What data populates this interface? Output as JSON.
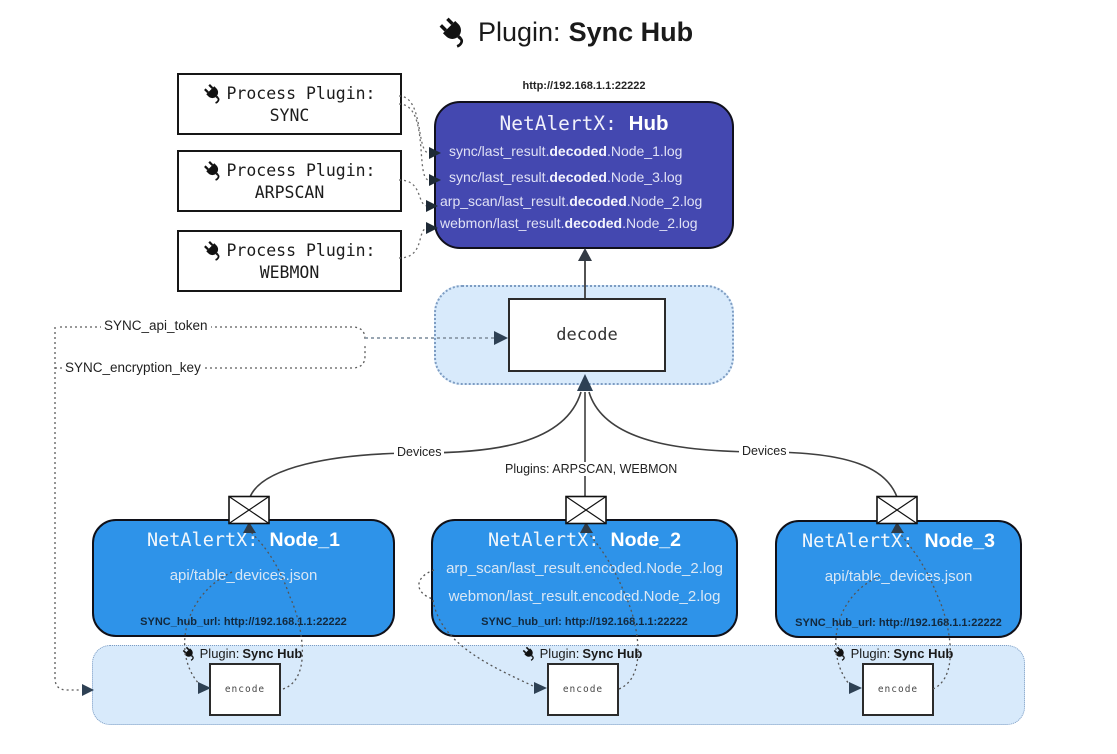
{
  "title": {
    "prefix": "Plugin:",
    "name": "Sync Hub"
  },
  "process_plugins": [
    {
      "label": "Process Plugin:",
      "name": "SYNC"
    },
    {
      "label": "Process Plugin:",
      "name": "ARPSCAN"
    },
    {
      "label": "Process Plugin:",
      "name": "WEBMON"
    }
  ],
  "hub": {
    "url": "http://192.168.1.1:22222",
    "title_prefix": "NetAlertX:",
    "title_name": "Hub",
    "lines": [
      {
        "pre": "sync/last_result.",
        "mid": "decoded",
        "post": ".Node_1.log"
      },
      {
        "pre": "sync/last_result.",
        "mid": "decoded",
        "post": ".Node_3.log"
      },
      {
        "pre": "arp_scan/last_result.",
        "mid": "decoded",
        "post": ".Node_2.log"
      },
      {
        "pre": "webmon/last_result.",
        "mid": "decoded",
        "post": ".Node_2.log"
      }
    ]
  },
  "decode": {
    "label": "decode"
  },
  "tokens": {
    "api": "SYNC_api_token",
    "key": "SYNC_encryption_key"
  },
  "edges": {
    "devices_left": "Devices",
    "devices_right": "Devices",
    "plugins_mid": "Plugins: ARPSCAN, WEBMON"
  },
  "nodes": [
    {
      "title_prefix": "NetAlertX:",
      "title_name": "Node_1",
      "files": [
        "api/table_devices.json"
      ],
      "hub_url": "SYNC_hub_url: http://192.168.1.1:22222"
    },
    {
      "title_prefix": "NetAlertX:",
      "title_name": "Node_2",
      "files": [
        "arp_scan/last_result.encoded.Node_2.log",
        "webmon/last_result.encoded.Node_2.log"
      ],
      "hub_url": "SYNC_hub_url: http://192.168.1.1:22222"
    },
    {
      "title_prefix": "NetAlertX:",
      "title_name": "Node_3",
      "files": [
        "api/table_devices.json"
      ],
      "hub_url": "SYNC_hub_url: http://192.168.1.1:22222"
    }
  ],
  "encoders": [
    {
      "label_prefix": "Plugin:",
      "label_name": "Sync Hub",
      "box": "encode"
    },
    {
      "label_prefix": "Plugin:",
      "label_name": "Sync Hub",
      "box": "encode"
    },
    {
      "label_prefix": "Plugin:",
      "label_name": "Sync Hub",
      "box": "encode"
    }
  ],
  "icons": {
    "plug": "plug-icon",
    "envelope": "envelope-icon"
  },
  "colors": {
    "hub_fill": "#4448b0",
    "node_fill": "#2e93e9",
    "band_fill": "#d8eafb",
    "band_border": "#7d9cc2",
    "arrowhead": "#2e4154",
    "wire_solid": "#3f3f3f",
    "wire_dotted": "#5c5c5c"
  }
}
